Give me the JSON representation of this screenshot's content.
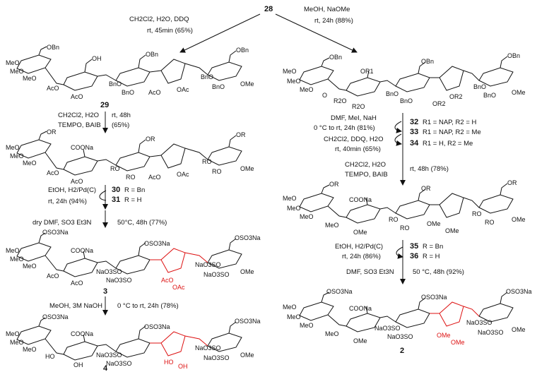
{
  "compounds": {
    "c28": "28",
    "c29": "29",
    "c30": "30",
    "c31": "31",
    "c32": "32",
    "c33": "33",
    "c34": "34",
    "c35": "35",
    "c36": "36",
    "c3": "3",
    "c4": "4",
    "c2": "2"
  },
  "conditions": {
    "a1": "CH2Cl2, H2O, DDQ",
    "a2": "rt, 45min (65%)",
    "b1": "MeOH, NaOMe",
    "b2": "rt, 24h (88%)",
    "c1": "CH2Cl2, H2O",
    "c2": "TEMPO, BAIB",
    "c3": "rt, 48h",
    "c4": "(65%)",
    "d1": "EtOH, H2/Pd(C)",
    "d2": "rt, 24h (94%)",
    "e1": "dry DMF, SO3 Et3N",
    "e2": "50°C, 48h (77%)",
    "f1": "MeOH, 3M NaOH",
    "f2": "0 °C to rt, 24h (78%)",
    "g1": "DMF, MeI, NaH",
    "g2": "0 °C to rt, 24h (81%)",
    "h1": "CH2Cl2, DDQ, H2O",
    "h2": "rt, 40min (65%)",
    "i1": "CH2Cl2, H2O",
    "i2": "TEMPO, BAIB",
    "i3": "rt, 48h (78%)",
    "j1": "EtOH, H2/Pd(C)",
    "j2": "rt, 24h (86%)",
    "k1": "DMF, SO3 Et3N",
    "k2": "50 °C, 48h (92%)"
  },
  "definitions": {
    "r30": "R = Bn",
    "r31": "R = H",
    "r32": "R1 = NAP, R2 = H",
    "r33": "R1 = NAP, R2 = Me",
    "r34": "R1 = H, R2 = Me",
    "r35": "R = Bn",
    "r36": "R = H"
  },
  "groups": {
    "obn": "OBn",
    "oh": "OH",
    "meo": "MeO",
    "aco": "AcO",
    "bno": "BnO",
    "oac": "OAc",
    "ome": "OMe",
    "or": "OR",
    "ro": "RO",
    "coona": "COONa",
    "oso3na": "OSO3Na",
    "naso3o": "NaO3SO",
    "naso3so": "NaO3SO",
    "or1": "OR1",
    "r2o": "R2O",
    "or2": "OR2",
    "ho": "HO",
    "o": "O"
  }
}
